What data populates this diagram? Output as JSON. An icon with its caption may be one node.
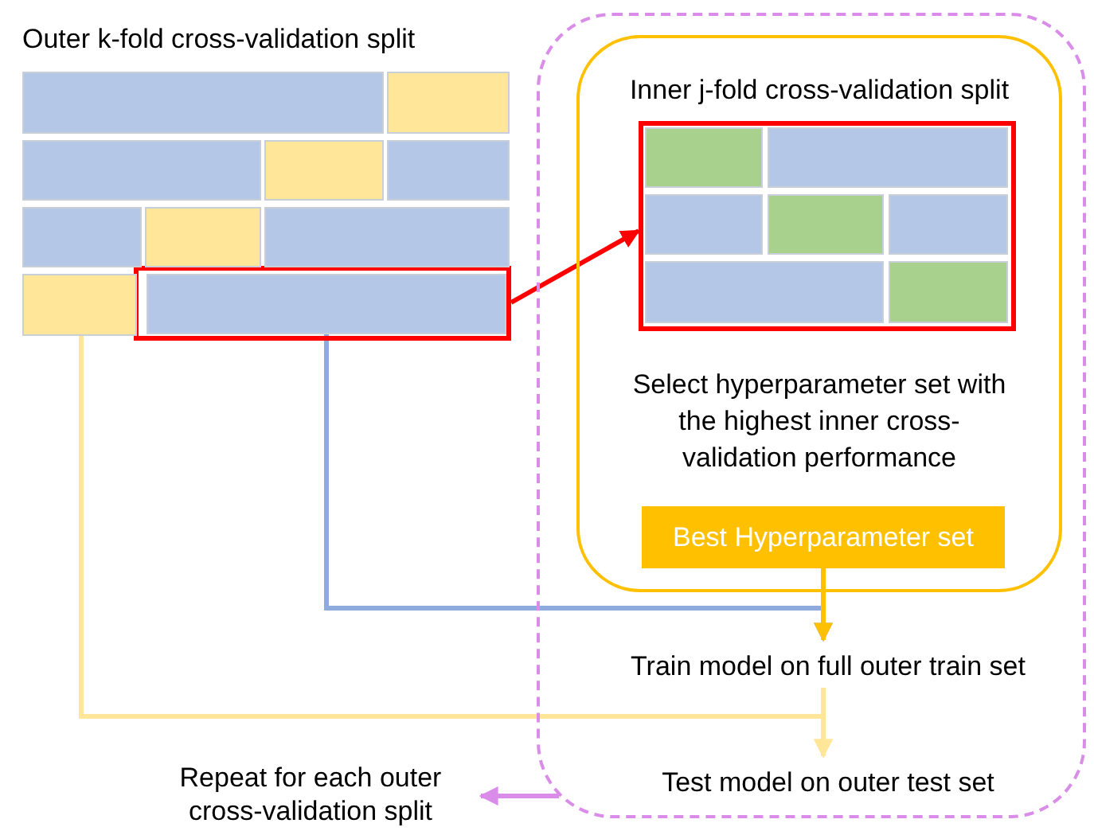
{
  "diagram": {
    "title": "Outer k-fold cross-validation split",
    "nodes": [
      {
        "text": [],
        "shape": "box"
      },
      {
        "text": [
          "Inner j-fold cross-validation split",
          "Select hyperparameter set with the highest inner cross-validation performance"
        ],
        "in": 0
      },
      {
        "text": [],
        "shape": "box",
        "in": 1
      },
      {
        "text": [
          "Best Hyperparameter set"
        ],
        "in": 1
      },
      {
        "text": [
          "Train model on full outer train set"
        ],
        "in": 0
      },
      {
        "text": [
          "Test model on outer test set"
        ],
        "in": 0
      },
      {
        "text": [
          "Repeat for each outer cross-validation split"
        ]
      },
      {
        "text": [],
        "shape": "box"
      },
      {
        "text": [],
        "shape": "bar"
      },
      {
        "text": [],
        "shape": "bar"
      },
      {
        "text": [],
        "shape": "bar"
      },
      {
        "text": [],
        "shape": "bar"
      },
      {
        "text": [],
        "shape": "bar"
      },
      {
        "text": [],
        "shape": "bar"
      },
      {
        "text": [],
        "shape": "bar"
      },
      {
        "text": [],
        "shape": "bar"
      },
      {
        "text": [],
        "shape": "bar"
      },
      {
        "text": [],
        "shape": "bar",
        "in": 7
      },
      {
        "text": [],
        "shape": "bar",
        "in": 2
      },
      {
        "text": [],
        "shape": "bar",
        "in": 2
      },
      {
        "text": [],
        "shape": "bar",
        "in": 2
      },
      {
        "text": [],
        "shape": "bar",
        "in": 2
      },
      {
        "text": [],
        "shape": "bar",
        "in": 2
      },
      {
        "text": [],
        "shape": "bar",
        "in": 2
      },
      {
        "text": [],
        "shape": "bar",
        "in": 2
      }
    ],
    "edges": [
      {
        "from": 7,
        "to": 2,
        "arrow": "to",
        "color": "#ff0000"
      },
      {
        "from": 17,
        "to": 4,
        "arrow": "to",
        "color": "#8faadc"
      },
      {
        "from": 3,
        "to": 4,
        "arrow": "to",
        "color": "#ffc000"
      },
      {
        "from": 16,
        "to": 5,
        "arrow": "to",
        "color": "#ffe699"
      },
      {
        "from": 4,
        "to": 5,
        "arrow": "to",
        "color": "#ffe699"
      },
      {
        "from": 0,
        "to": 6,
        "arrow": "to",
        "color": "#d98ce8"
      }
    ]
  }
}
